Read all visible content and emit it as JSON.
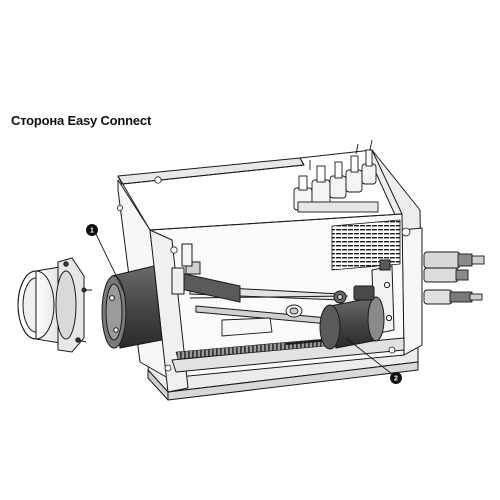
{
  "title": "Сторона Easy Connect",
  "callouts": [
    {
      "id": "1",
      "label": "1"
    },
    {
      "id": "2",
      "label": "2"
    }
  ],
  "colors": {
    "line": "#1a1a1a",
    "metal": "#f2f2f2",
    "shadow": "#cfcfcf",
    "component": "#3a3a3a",
    "component_light": "#6a6a6a"
  }
}
